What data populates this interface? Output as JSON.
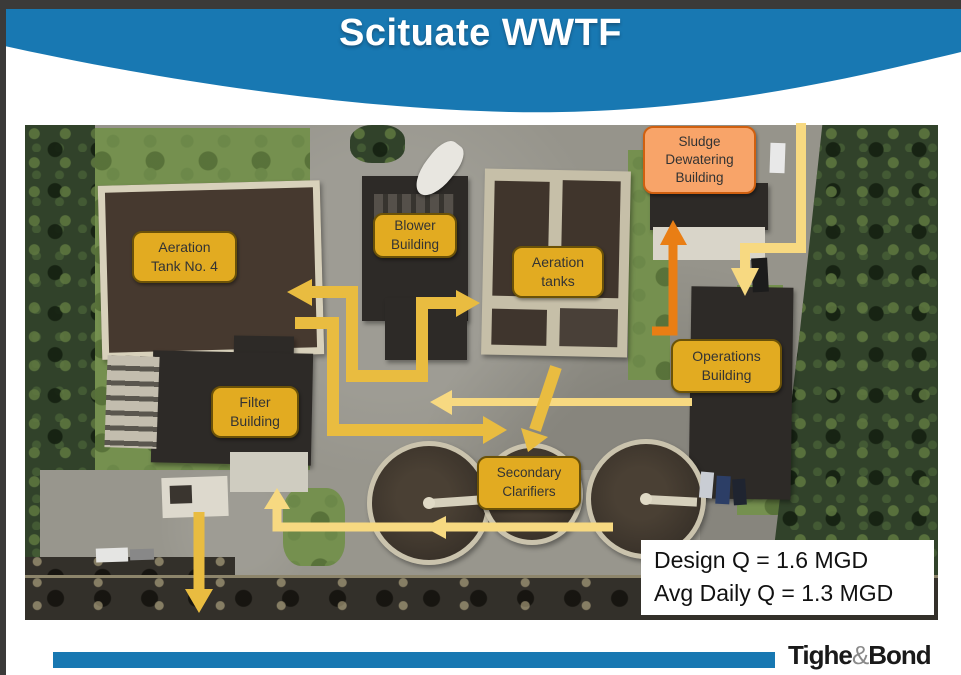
{
  "title": "Scituate WWTF",
  "map_labels": {
    "aeration_tank_4": "Aeration\nTank No. 4",
    "blower_building": "Blower\nBuilding",
    "aeration_tanks": "Aeration\ntanks",
    "sludge_dewatering_building": "Sludge\nDewatering\nBuilding",
    "operations_building": "Operations\nBuilding",
    "filter_building": "Filter\nBuilding",
    "secondary_clarifiers": "Secondary\nClarifiers"
  },
  "stats_box": {
    "design_flow": "Design Q = 1.6 MGD",
    "avg_daily_flow": "Avg Daily Q = 1.3 MGD"
  },
  "footer": {
    "logo_part1": "Tighe",
    "logo_part2": "&",
    "logo_part3": "Bond"
  },
  "colors": {
    "header_blue": "#1878B2",
    "label_gold": "#E2AB21",
    "label_gold_border": "#6B5208",
    "label_orange": "#F8A469",
    "label_orange_border": "#D06010",
    "label_text": "#333333",
    "arrow_gold": "#E9BC40",
    "arrow_light_yellow": "#F7D981",
    "arrow_orange": "#E97E14",
    "footer_amp_gray": "#8A8A8A"
  }
}
